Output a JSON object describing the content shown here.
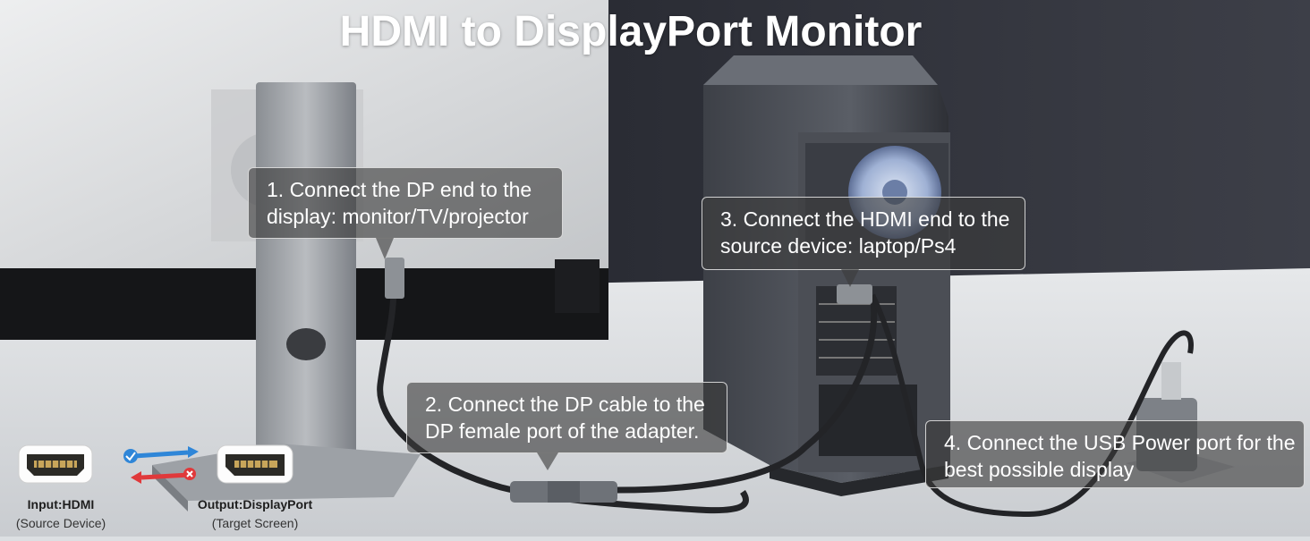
{
  "title": "HDMI to DisplayPort Monitor",
  "callouts": [
    {
      "lines": [
        "1. Connect the DP end to the",
        "display: monitor/TV/projector"
      ]
    },
    {
      "lines": [
        "2. Connect the DP cable to the",
        "DP female port of the adapter."
      ]
    },
    {
      "lines": [
        "3. Connect the HDMI end to the",
        "source device: laptop/Ps4"
      ]
    },
    {
      "lines": [
        "4. Connect the USB Power port for the",
        "best possible display"
      ]
    }
  ],
  "ports": {
    "input": {
      "label": "Input:HDMI",
      "sub": "(Source Device)"
    },
    "output": {
      "label": "Output:DisplayPort",
      "sub": "(Target Screen)"
    }
  },
  "colors": {
    "check": "#2f86d8",
    "cross": "#e0393b",
    "arrow_blue": "#2f86d8",
    "arrow_red": "#e0393b"
  },
  "icons": {
    "hdmi_port": "hdmi-port-icon",
    "dp_port": "displayport-icon",
    "check": "check-icon",
    "cross": "cross-icon"
  }
}
